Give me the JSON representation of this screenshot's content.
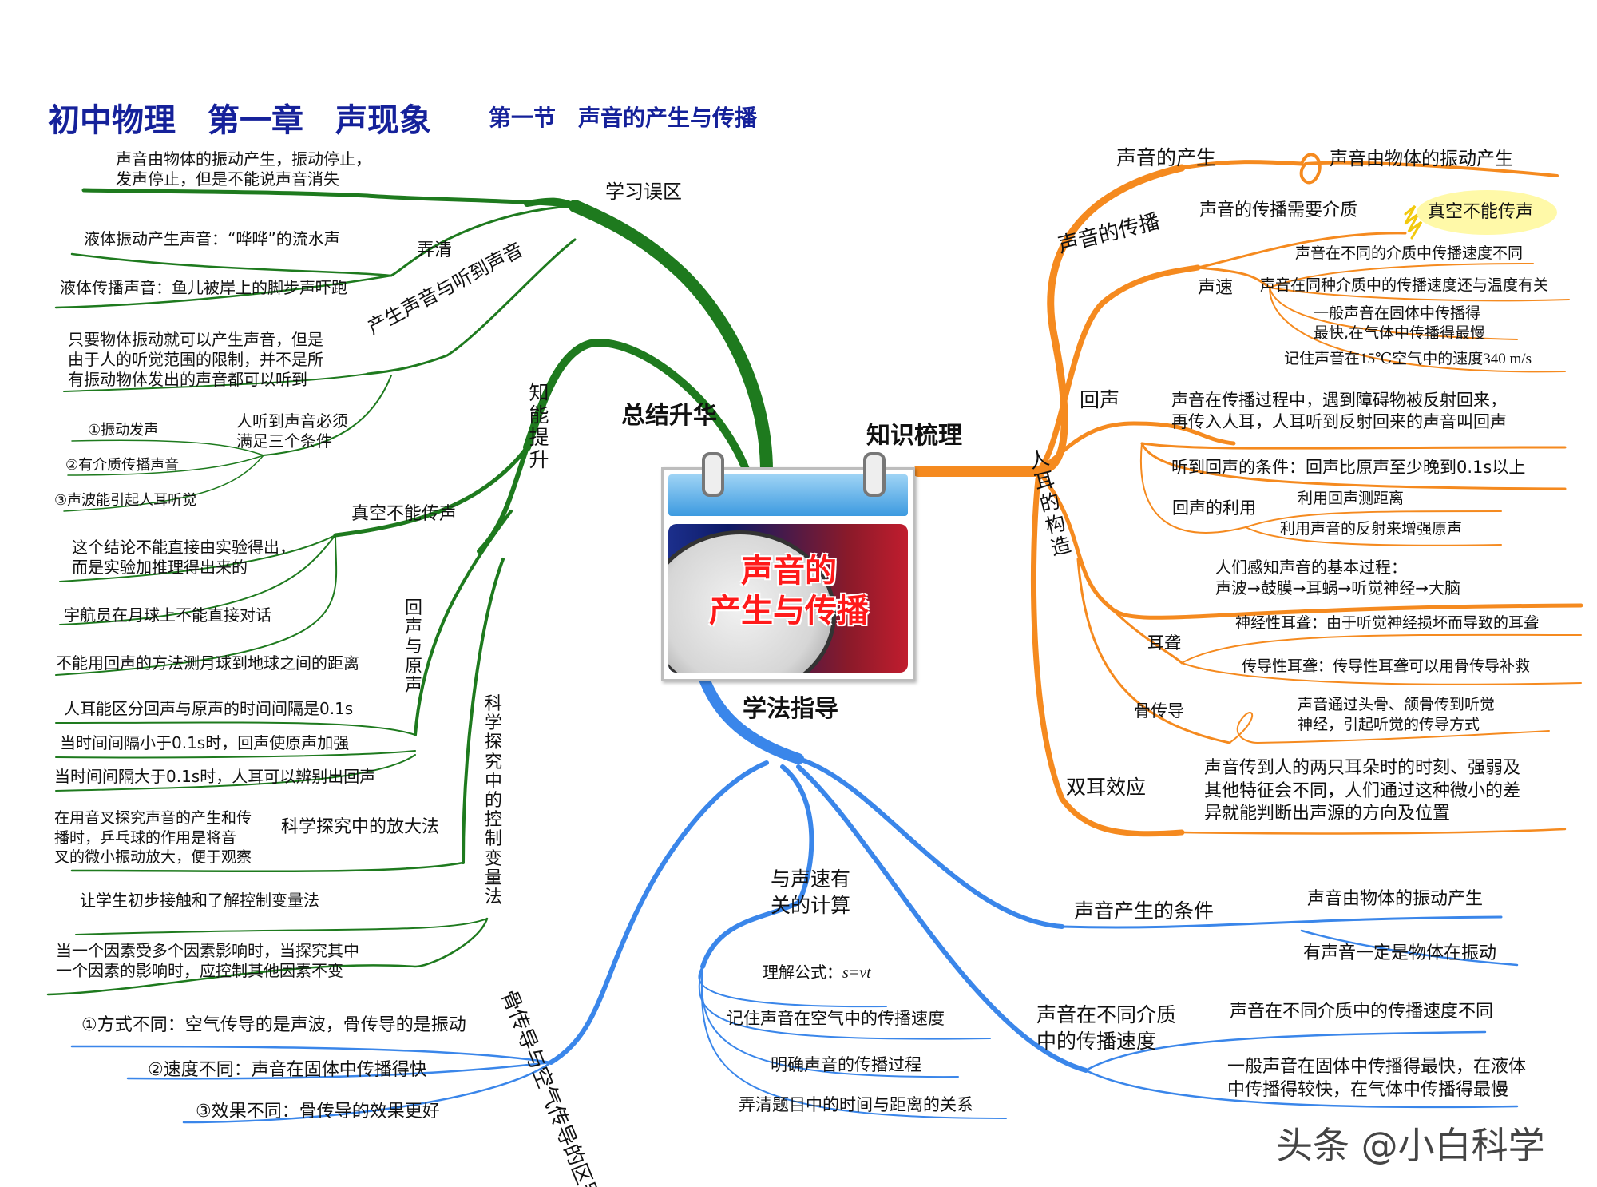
{
  "title": {
    "main": "初中物理　第一章　声现象",
    "sub": "第一节　声音的产生与传播"
  },
  "center": {
    "line1": "声音的",
    "line2": "产生与传播"
  },
  "colors": {
    "green": "#1e7a1e",
    "orange": "#f58a1f",
    "blue": "#3a86ea",
    "title": "#15219a",
    "center_text": "#ff1a1a"
  },
  "main_branches": {
    "summary": "总结升华",
    "knowledge": "知识梳理",
    "method": "学法指导"
  },
  "summary": {
    "mistakes": {
      "label": "学习误区",
      "note": [
        "声音由物体的振动产生，振动停止，",
        "发声停止，但是不能说声音消失"
      ]
    },
    "clarify": {
      "label": "弄清",
      "items": [
        "液体振动产生声音：“哗哗”的流水声",
        "液体传播声音：鱼儿被岸上的脚步声吓跑"
      ]
    },
    "produce_hear": {
      "label": "产生声音与听到声音",
      "note": [
        "只要物体振动就可以产生声音，但是",
        "由于人的听觉范围的限制，并不是所",
        "有振动物体发出的声音都可以听到"
      ],
      "conditions_label": [
        "人听到声音必须",
        "满足三个条件"
      ],
      "conditions": [
        "①振动发声",
        "②有介质传播声音",
        "③声波能引起人耳听觉"
      ]
    },
    "ability": "知能提升",
    "vacuum": {
      "label": "真空不能传声",
      "items": [
        [
          "这个结论不能直接由实验得出，",
          "而是实验加推理得出来的"
        ],
        [
          "宇航员在月球上不能直接对话"
        ],
        [
          "不能用回声的方法测月球到地球之间的距离"
        ]
      ]
    },
    "echo": {
      "label": "回声与原声",
      "items": [
        "人耳能区分回声与原声的时间间隔是0.1s",
        "当时间间隔小于0.1s时，回声使原声加强",
        "当时间间隔大于0.1s时，人耳可以辨别出回声"
      ]
    },
    "amplify": {
      "label": "科学探究中的放大法",
      "note": [
        "在用音叉探究声音的产生和传",
        "播时，乒乓球的作用是将音",
        "叉的微小振动放大，便于观察"
      ]
    },
    "control": {
      "label": "科学探究中的控制变量法",
      "items": [
        [
          "让学生初步接触和了解控制变量法"
        ],
        [
          "当一个因素受多个因素影响时，当探究其中",
          "一个因素的影响时，应控制其他因素不变"
        ]
      ]
    }
  },
  "knowledge": {
    "produce": {
      "label": "声音的产生",
      "note": "声音由物体的振动产生"
    },
    "propagation": {
      "label": "声音的传播",
      "medium": "声音的传播需要介质",
      "vacuum": "真空不能传声",
      "speed_label": "声速",
      "speed_items": [
        [
          "声音在不同的介质中传播速度不同"
        ],
        [
          "声音在同种介质中的传播速度还与温度有关"
        ],
        [
          "一般声音在固体中传播得",
          "最快,在气体中传播得最慢"
        ],
        [
          "记住声音在15℃空气中的速度340 m/s"
        ]
      ]
    },
    "echo": {
      "label": "回声",
      "def": [
        "声音在传播过程中，遇到障碍物被反射回来，",
        "再传入人耳，人耳听到反射回来的声音叫回声"
      ],
      "condition": "听到回声的条件：回声比原声至少晚到0.1s以上",
      "use_label": "回声的利用",
      "uses": [
        "利用回声测距离",
        "利用声音的反射来增强原声"
      ]
    },
    "ear": {
      "label": "人耳的构造",
      "process": [
        "人们感知声音的基本过程：",
        "声波→鼓膜→耳蜗→听觉神经→大脑"
      ],
      "deaf_label": "耳聋",
      "deaf": [
        "神经性耳聋：由于听觉神经损坏而导致的耳聋",
        "传导性耳聋：传导性耳聋可以用骨传导补救"
      ],
      "bone_label": "骨传导",
      "bone": [
        "声音通过头骨、颌骨传到听觉",
        "神经，引起听觉的传导方式"
      ]
    },
    "binaural": {
      "label": "双耳效应",
      "note": [
        "声音传到人的两只耳朵时的时刻、强弱及",
        "其他特征会不同，人们通过这种微小的差",
        "异就能判断出声源的方向及位置"
      ]
    }
  },
  "method": {
    "bone_air": {
      "label": "骨传导与空气传导的区别",
      "items": [
        "①方式不同：空气传导的是声波，骨传导的是振动",
        "②速度不同：声音在固体中传播得快",
        "③效果不同：骨传导的效果更好"
      ]
    },
    "calc": {
      "label": [
        "与声速有",
        "关的计算"
      ],
      "formula_label": "理解公式：",
      "formula": "s=vt",
      "items": [
        "记住声音在空气中的传播速度",
        "明确声音的传播过程",
        "弄清题目中的时间与距离的关系"
      ]
    },
    "condition": {
      "label": "声音产生的条件",
      "items": [
        "声音由物体的振动产生",
        "有声音一定是物体在振动"
      ]
    },
    "speed": {
      "label": [
        "声音在不同介质",
        "中的传播速度"
      ],
      "items": [
        [
          "声音在不同介质中的传播速度不同"
        ],
        [
          "一般声音在固体中传播得最快，在液体",
          "中传播得较快，在气体中传播得最慢"
        ]
      ]
    }
  },
  "watermark": "头条 @小白科学"
}
